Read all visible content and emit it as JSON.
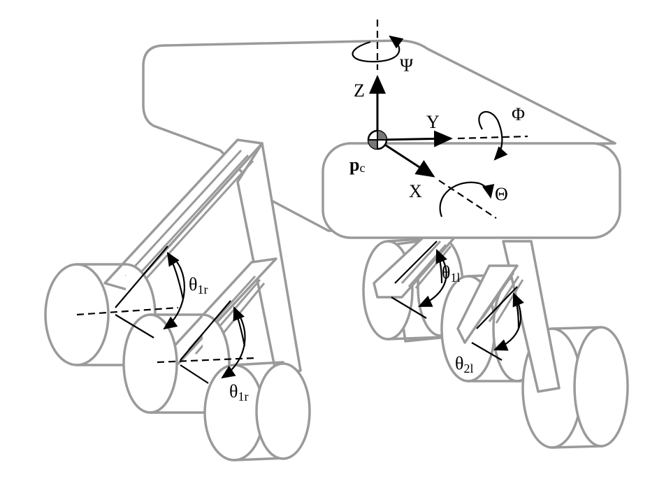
{
  "labels": {
    "psi": "Ψ",
    "z": "Z",
    "y": "Y",
    "phi": "Φ",
    "x": "X",
    "theta": "Θ",
    "pc_main": "p",
    "pc_sub": "c",
    "theta1r_a_main": "θ",
    "theta1r_a_sub": "1r",
    "theta1r_b_main": "θ",
    "theta1r_b_sub": "1r",
    "theta1l_main": "θ",
    "theta1l_sub": "1l",
    "theta2l_main": "θ",
    "theta2l_sub": "2l"
  },
  "colors": {
    "outline": "#9a9a9a",
    "ink": "#000000",
    "background": "#ffffff"
  }
}
